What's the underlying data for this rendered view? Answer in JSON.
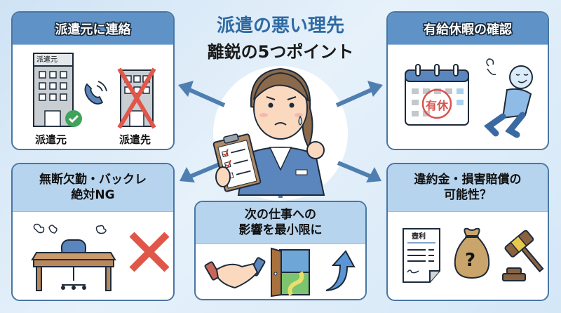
{
  "title": {
    "line1": "派遣の悪い理先",
    "line2": "離鋭の5つポイント"
  },
  "colors": {
    "accent_blue": "#2f6aa3",
    "header_dark": "#5f93c8",
    "header_light": "#b7d4ee",
    "card_border": "#4a76a2",
    "arrow": "#4f7fb0",
    "cross_red": "#e0574a",
    "check_green": "#3fa35a"
  },
  "center": {
    "figure": "worried-office-worker-with-checklist"
  },
  "cards": [
    {
      "id": "contact-agency",
      "header": "派遣元に連絡",
      "items": [
        {
          "icon": "building-icon",
          "sign": "派遣元",
          "label": "派遣元",
          "status": "check"
        },
        {
          "icon": "phone-icon"
        },
        {
          "icon": "building-icon",
          "label": "派遣先",
          "status": "cross"
        }
      ]
    },
    {
      "id": "paid-leave",
      "header": "有給休暇の確認",
      "items": [
        {
          "icon": "calendar-icon",
          "stamp": "有休"
        },
        {
          "icon": "relaxing-person-icon"
        }
      ]
    },
    {
      "id": "no-ghosting",
      "header_lines": [
        "無断欠勤・バックレ",
        "絶対NG"
      ],
      "items": [
        {
          "icon": "empty-desk-icon"
        },
        {
          "icon": "red-cross-icon"
        }
      ]
    },
    {
      "id": "next-job",
      "header_lines": [
        "次の仕事への",
        "影響を最小限に"
      ],
      "items": [
        {
          "icon": "handshake-icon"
        },
        {
          "icon": "open-door-icon"
        },
        {
          "icon": "up-arrow-icon"
        }
      ]
    },
    {
      "id": "penalty",
      "header_lines": [
        "違約金・損害賠償の",
        "可能性？"
      ],
      "items": [
        {
          "icon": "contract-icon",
          "doc_title": "壺利"
        },
        {
          "icon": "money-bag-icon",
          "mark": "?"
        },
        {
          "icon": "gavel-icon"
        }
      ]
    }
  ]
}
